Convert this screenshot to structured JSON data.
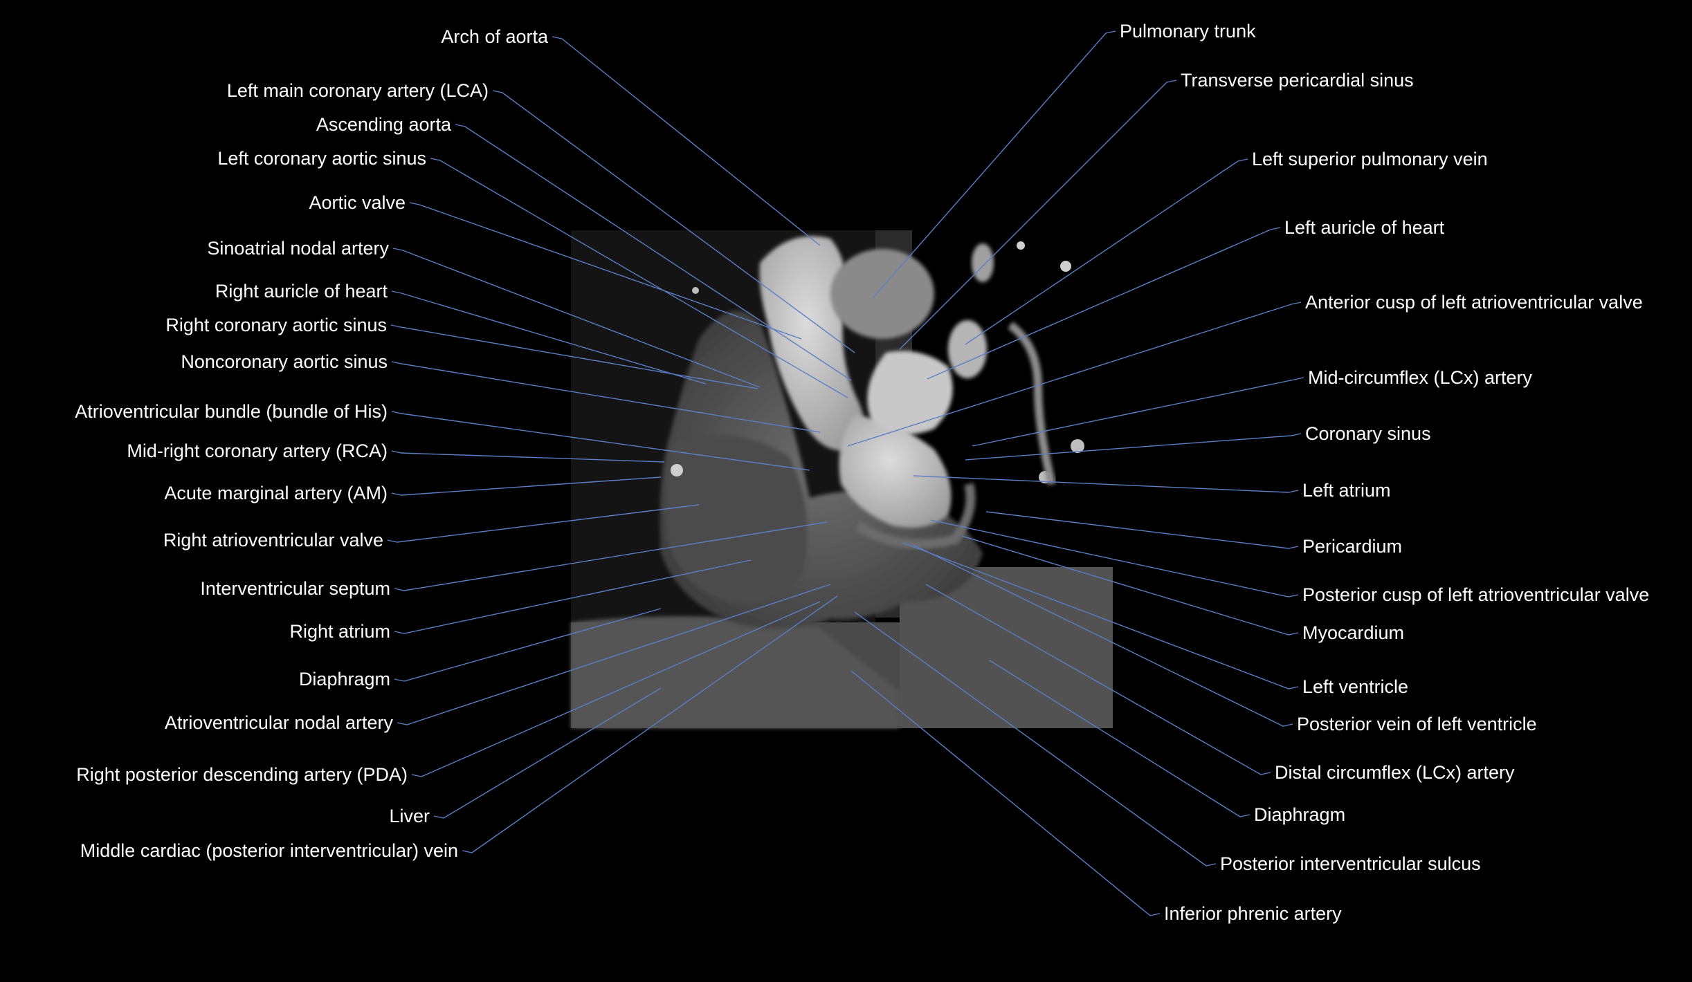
{
  "image": {
    "description_icon": "ct-heart-scan",
    "leader_color": "#5b7fc4",
    "text_color": "#ffffff",
    "background": "#000000"
  },
  "labels": {
    "left": [
      "Arch of aorta",
      "Left main coronary artery (LCA)",
      "Ascending aorta",
      "Left coronary aortic sinus",
      "Aortic valve",
      "Sinoatrial nodal artery",
      "Right auricle of heart",
      "Right coronary aortic sinus",
      "Noncoronary aortic sinus",
      "Atrioventricular bundle (bundle of His)",
      "Mid-right coronary artery (RCA)",
      "Acute marginal artery (AM)",
      "Right atrioventricular valve",
      "Interventricular septum",
      "Right atrium",
      "Diaphragm",
      "Atrioventricular nodal artery",
      "Right posterior descending artery (PDA)",
      "Liver",
      "Middle cardiac (posterior interventricular) vein"
    ],
    "right": [
      "Pulmonary trunk",
      "Transverse pericardial sinus",
      "Left superior pulmonary vein",
      "Left auricle of heart",
      "Anterior cusp of left atrioventricular valve",
      "Mid-circumflex (LCx) artery",
      "Coronary sinus",
      "Left atrium",
      "Pericardium",
      "Posterior cusp of left atrioventricular valve",
      "Myocardium",
      "Left ventricle",
      "Posterior vein of left ventricle",
      "Distal circumflex (LCx) artery",
      "Diaphragm",
      "Posterior interventricular sulcus",
      "Inferior phrenic artery"
    ]
  }
}
